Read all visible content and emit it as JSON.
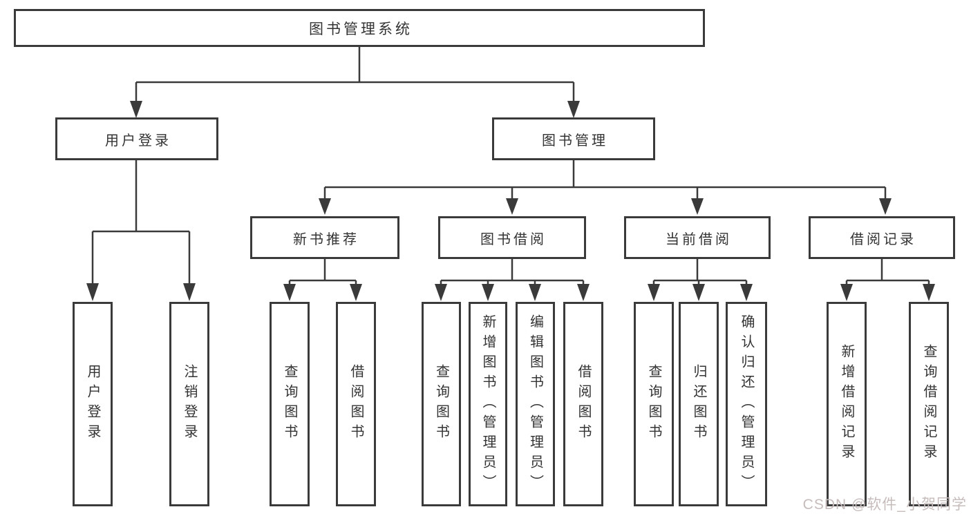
{
  "diagram": {
    "root": {
      "label": "图书管理系统"
    },
    "level2": [
      {
        "label": "用户登录"
      },
      {
        "label": "图书管理"
      }
    ],
    "level3": [
      {
        "label": "新书推荐"
      },
      {
        "label": "图书借阅"
      },
      {
        "label": "当前借阅"
      },
      {
        "label": "借阅记录"
      }
    ],
    "leaves": {
      "user_login": [
        {
          "label": "用户登录"
        },
        {
          "label": "注销登录"
        }
      ],
      "new_book": [
        {
          "label": "查询图书"
        },
        {
          "label": "借阅图书"
        }
      ],
      "book_borrow": [
        {
          "label": "查询图书"
        },
        {
          "label": "新增图书（管理员）"
        },
        {
          "label": "编辑图书（管理员）"
        },
        {
          "label": "借阅图书"
        }
      ],
      "current_borrow": [
        {
          "label": "查询图书"
        },
        {
          "label": "归还图书"
        },
        {
          "label": "确认归还（管理员）"
        }
      ],
      "borrow_record": [
        {
          "label": "新增借阅记录"
        },
        {
          "label": "查询借阅记录"
        }
      ]
    }
  },
  "watermark": {
    "text": "CSDN @软件_小贺同学"
  },
  "colors": {
    "line": "#3a3a3a",
    "text": "#333333",
    "watermark": "#c7bcbc",
    "background": "#ffffff"
  }
}
